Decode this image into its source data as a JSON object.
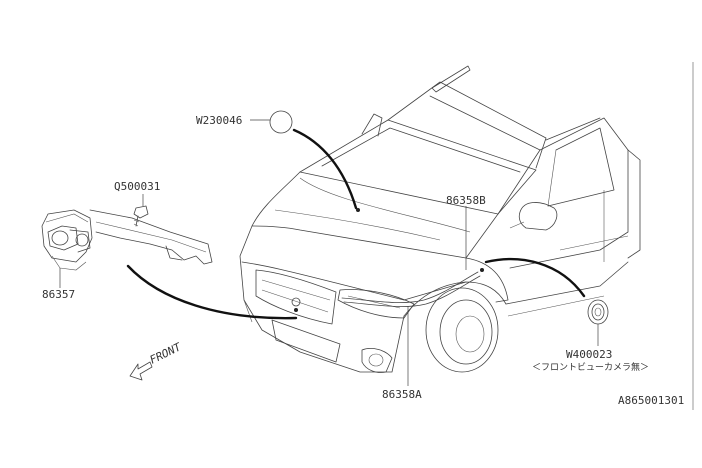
{
  "parts": {
    "grommet_top": "W230046",
    "screw": "Q500031",
    "camera": "86357",
    "harness_b": "86358B",
    "harness_a": "86358A",
    "grommet_right": "W400023",
    "grommet_right_note": "＜フロントビューカメラ無＞"
  },
  "front_label": "FRONT",
  "figure_code": "A865001301"
}
